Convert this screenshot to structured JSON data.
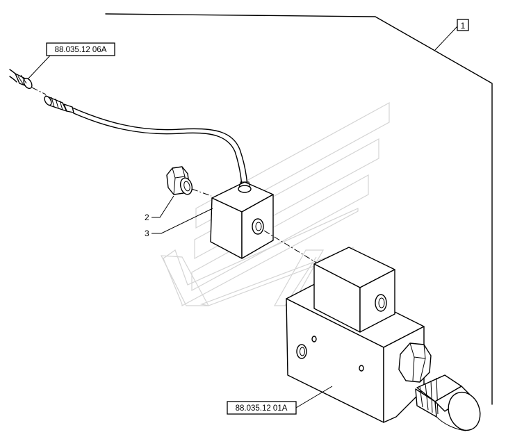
{
  "references": {
    "harness_ref": "88.035.12 06A",
    "valve_ref": "88.035.12 01A"
  },
  "callouts": {
    "assembly": "1",
    "cap": "2",
    "solenoid": "3"
  }
}
